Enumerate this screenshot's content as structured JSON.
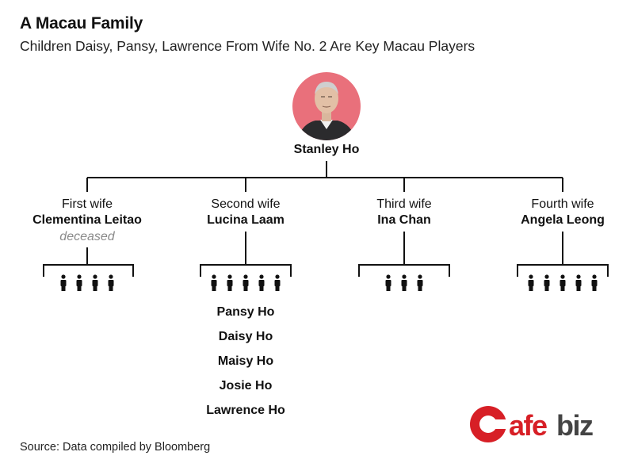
{
  "header": {
    "title": "A Macau Family",
    "subtitle": "Children Daisy, Pansy, Lawrence From Wife No. 2 Are Key Macau Players"
  },
  "root": {
    "name": "Stanley Ho"
  },
  "wives": [
    {
      "role": "First wife",
      "name": "Clementina Leitao",
      "status": "deceased",
      "children_count": 4
    },
    {
      "role": "Second wife",
      "name": "Lucina Laam",
      "status": "",
      "children_count": 5
    },
    {
      "role": "Third wife",
      "name": "Ina Chan",
      "status": "",
      "children_count": 3
    },
    {
      "role": "Fourth wife",
      "name": "Angela Leong",
      "status": "",
      "children_count": 5
    }
  ],
  "second_wife_children": [
    "Pansy Ho",
    "Daisy Ho",
    "Maisy Ho",
    "Josie Ho",
    "Lawrence Ho"
  ],
  "footer": {
    "source": "Source: Data compiled by Bloomberg"
  },
  "brand": {
    "text": "Cafebiz",
    "color": "#d71f26"
  },
  "colors": {
    "portrait_bg": "#e9707b",
    "line": "#111111",
    "muted": "#8a8a8a"
  }
}
